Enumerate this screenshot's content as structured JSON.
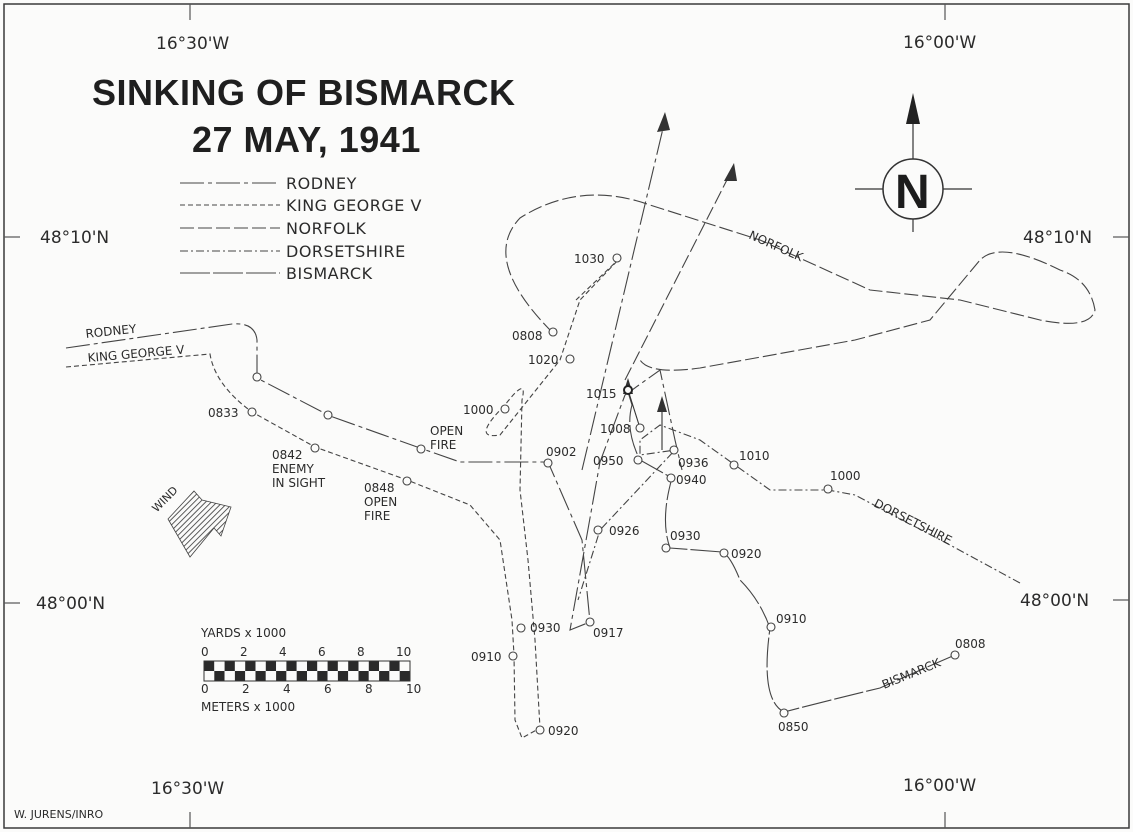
{
  "title_line1": "SINKING OF BISMARCK",
  "title_line2": "27 MAY, 1941",
  "credit": "W. JURENS/INRO",
  "north_letter": "N",
  "coords": {
    "lon_west": "16°30'W",
    "lon_east": "16°00'W",
    "lat_north": "48°10'N",
    "lat_south": "48°00'N"
  },
  "legend": [
    "RODNEY",
    "KING GEORGE V",
    "NORFOLK",
    "DORSETSHIRE",
    "BISMARCK"
  ],
  "track_labels": {
    "rodney": "RODNEY",
    "kgv": "KING GEORGE V",
    "norfolk": "NORFOLK",
    "dorsetshire": "DORSETSHIRE",
    "bismarck": "BISMARCK"
  },
  "annotations": {
    "open_fire_1": "OPEN",
    "open_fire_2": "FIRE",
    "t0842": "0842",
    "enemy": "ENEMY",
    "in_sight": "IN SIGHT",
    "t0848": "0848",
    "open2": "OPEN",
    "fire2": "FIRE"
  },
  "wind_label": "WIND",
  "scale": {
    "yards_label": "YARDS x 1000",
    "meters_label": "METERS x 1000",
    "yard_ticks": [
      "0",
      "2",
      "4",
      "6",
      "8",
      "10"
    ],
    "meter_ticks": [
      "0",
      "2",
      "4",
      "6",
      "8",
      "10"
    ]
  },
  "times": {
    "t1030": "1030",
    "t0808n": "0808",
    "t1020": "1020",
    "t1000r": "1000",
    "t1015": "1015",
    "t1008": "1008",
    "t0833": "0833",
    "t0902": "0902",
    "t0950": "0950",
    "t0936": "0936",
    "t0940": "0940",
    "t1010": "1010",
    "t1000d": "1000",
    "t0926": "0926",
    "t0930b": "0930",
    "t0920b": "0920",
    "t0930r": "0930",
    "t0917": "0917",
    "t0910r": "0910",
    "t0910b": "0910",
    "t0920r": "0920",
    "t0850": "0850",
    "t0808b": "0808"
  }
}
